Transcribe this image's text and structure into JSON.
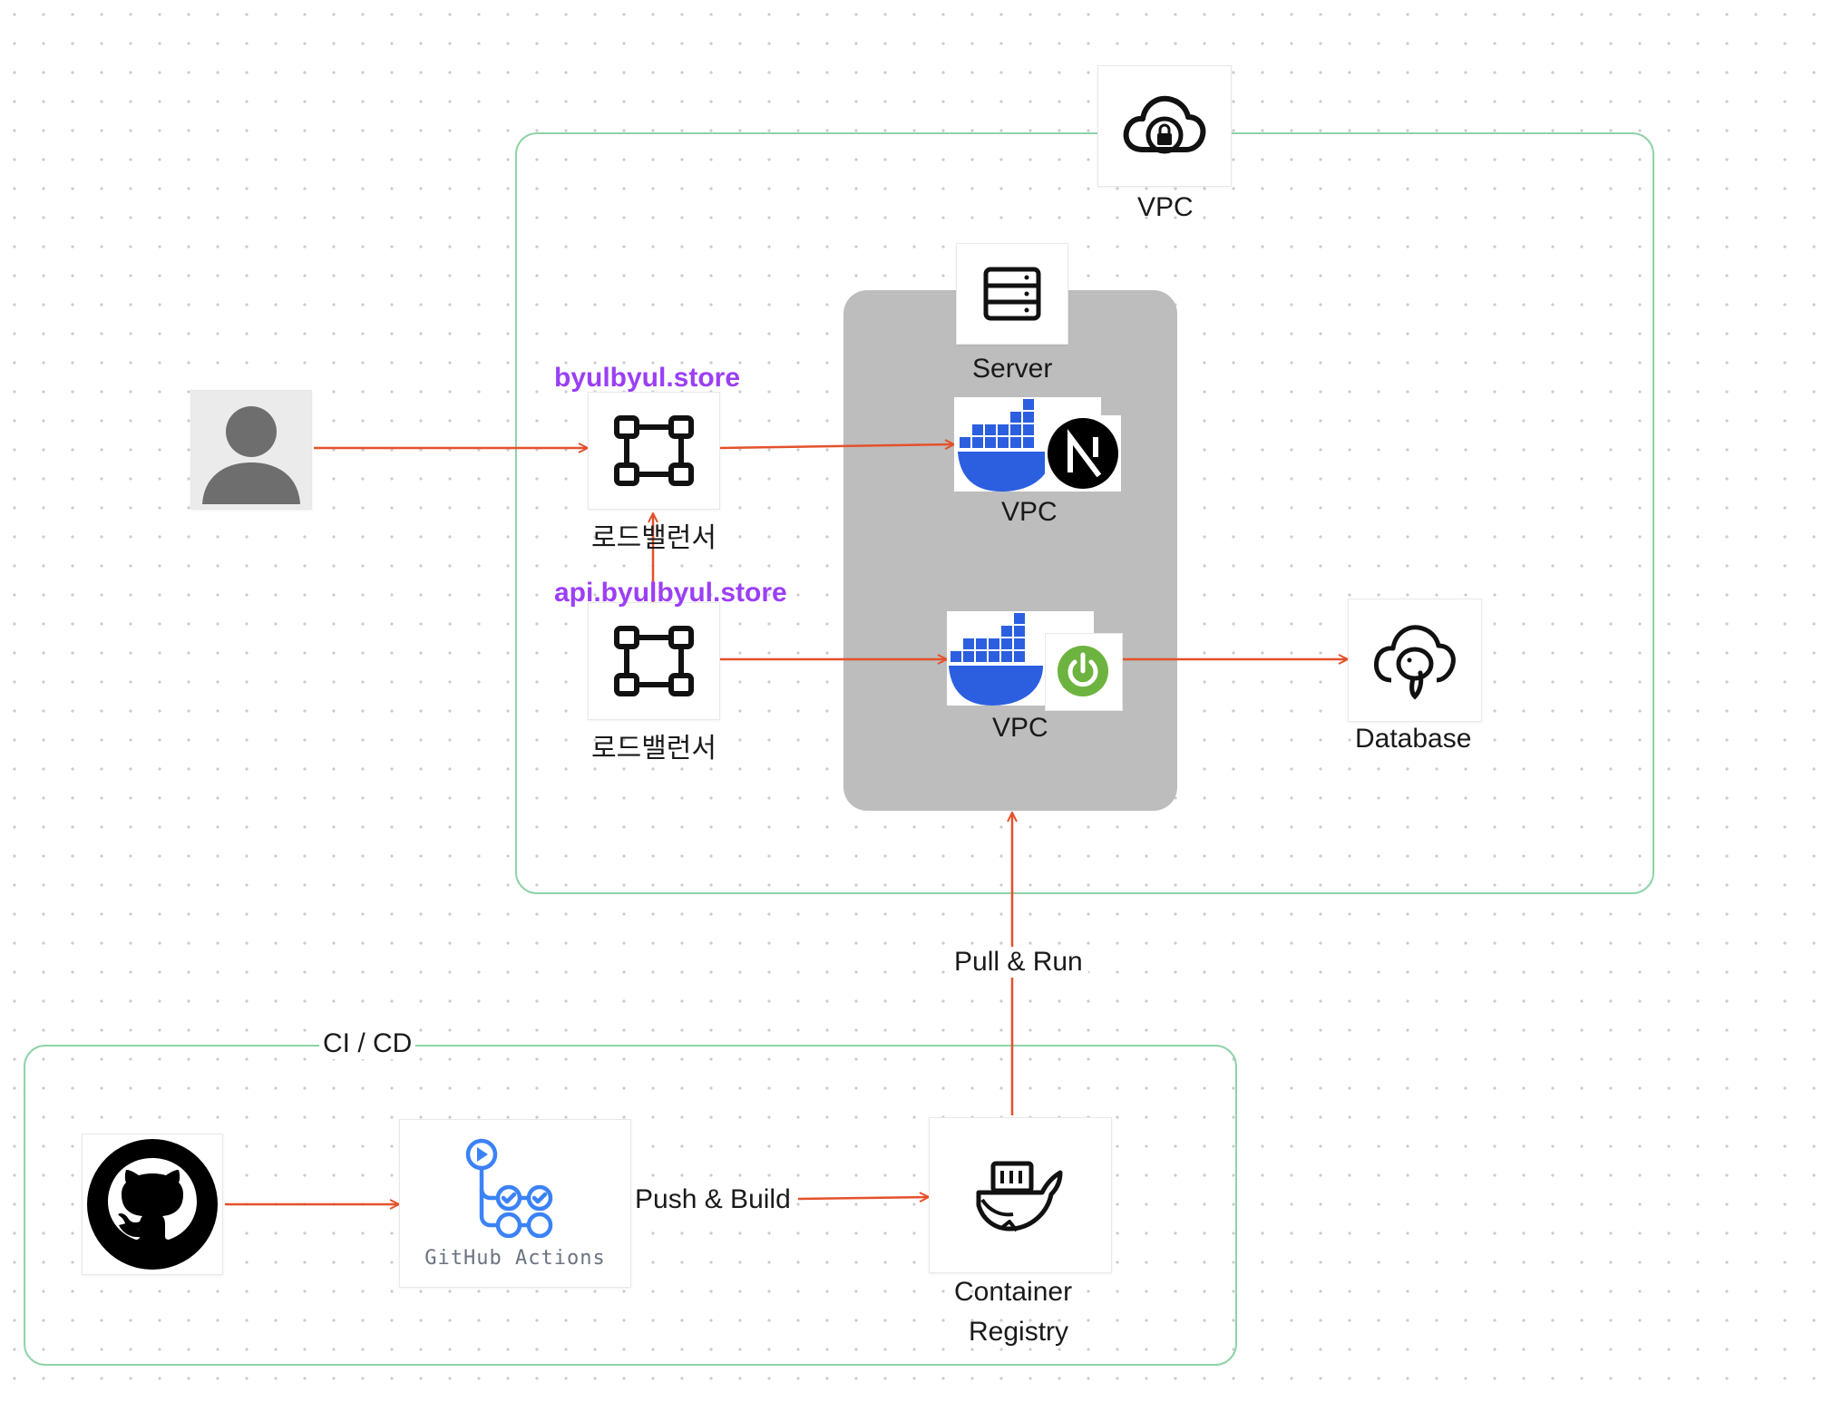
{
  "colors": {
    "vpc_border": "#8fd3a8",
    "server_panel": "#bdbdbd",
    "edge": "#e4512b",
    "domain_text": "#9b3ff5",
    "docker_blue": "#2b5fe0",
    "spring_green": "#6db33f",
    "actions_blue": "#3b82f6"
  },
  "nodes": {
    "vpc": {
      "label": "VPC",
      "icon": "cloud-lock-icon"
    },
    "server": {
      "label": "Server",
      "icon": "server-icon"
    },
    "user": {
      "icon": "user-avatar-icon"
    },
    "lb_web": {
      "domain": "byulbyul.store",
      "label": "로드밸런서",
      "icon": "load-balancer-icon"
    },
    "lb_api": {
      "domain": "api.byulbyul.store",
      "label": "로드밸런서",
      "icon": "load-balancer-icon"
    },
    "container_next": {
      "label": "VPC",
      "icons": [
        "docker-icon",
        "nextjs-icon"
      ]
    },
    "container_spring": {
      "label": "VPC",
      "icons": [
        "docker-icon",
        "spring-icon"
      ]
    },
    "database": {
      "label": "Database",
      "icon": "postgresql-icon"
    },
    "github": {
      "icon": "github-icon"
    },
    "github_actions": {
      "label": "GitHub Actions",
      "icon": "github-actions-icon"
    },
    "registry": {
      "label_line1": "Container",
      "label_line2": "Registry",
      "icon": "docker-registry-icon"
    }
  },
  "groups": {
    "cicd": {
      "label": "CI / CD"
    }
  },
  "edges": [
    {
      "from": "user",
      "to": "lb_web"
    },
    {
      "from": "lb_web",
      "to": "container_next"
    },
    {
      "from": "lb_api",
      "to": "lb_web"
    },
    {
      "from": "lb_api",
      "to": "container_spring"
    },
    {
      "from": "container_spring",
      "to": "database"
    },
    {
      "from": "registry",
      "to": "server",
      "label": "Pull & Run"
    },
    {
      "from": "github",
      "to": "github_actions"
    },
    {
      "from": "github_actions",
      "to": "registry",
      "label": "Push & Build"
    }
  ]
}
